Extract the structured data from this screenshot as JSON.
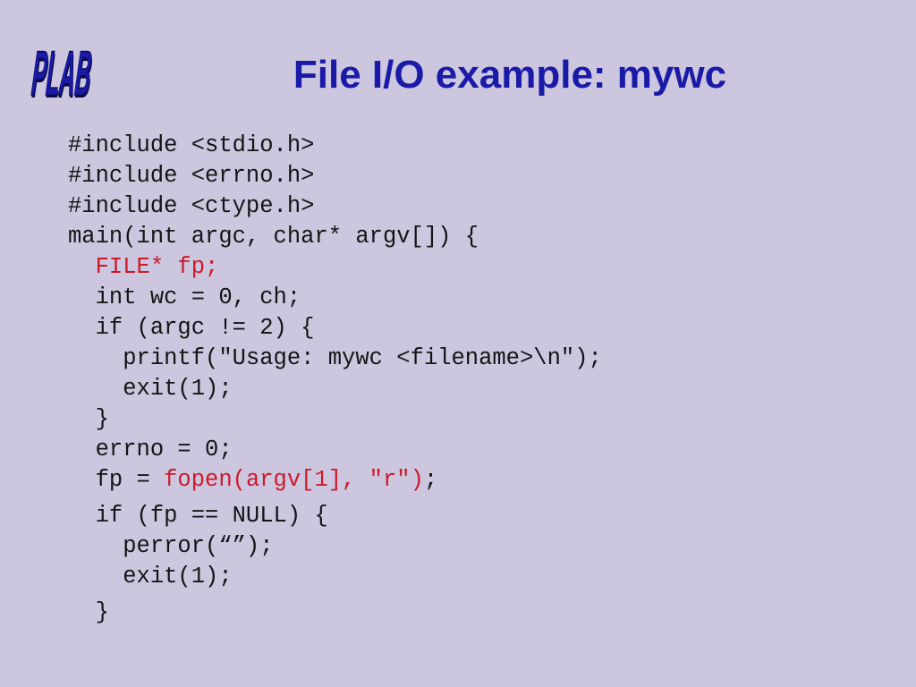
{
  "logo": {
    "text": "PLAB"
  },
  "title": "File I/O example: mywc",
  "code_lines": [
    {
      "segments": [
        {
          "text": "#include <stdio.h>"
        }
      ]
    },
    {
      "segments": [
        {
          "text": "#include <errno.h>"
        }
      ]
    },
    {
      "segments": [
        {
          "text": "#include <ctype.h>"
        }
      ]
    },
    {
      "segments": [
        {
          "text": "main(int argc, char* argv[]) {"
        }
      ]
    },
    {
      "segments": [
        {
          "text": "  "
        },
        {
          "text": "FILE* fp;",
          "color": "red"
        }
      ]
    },
    {
      "segments": [
        {
          "text": "  int wc = 0, ch;"
        }
      ]
    },
    {
      "segments": [
        {
          "text": "  if (argc != 2) {"
        }
      ]
    },
    {
      "segments": [
        {
          "text": "    printf(\"Usage: mywc <filename>\\n\");"
        }
      ]
    },
    {
      "segments": [
        {
          "text": "    exit(1);"
        }
      ]
    },
    {
      "segments": [
        {
          "text": "  }"
        }
      ]
    },
    {
      "segments": [
        {
          "text": "  errno = 0;"
        }
      ]
    },
    {
      "segments": [
        {
          "text": "  fp = "
        },
        {
          "text": "fopen(argv[1], \"r\")",
          "color": "red"
        },
        {
          "text": ";"
        }
      ]
    },
    {
      "segments": [
        {
          "text": "  if (fp == NULL) {"
        }
      ],
      "gap": true
    },
    {
      "segments": [
        {
          "text": "    perror(“”);"
        }
      ]
    },
    {
      "segments": [
        {
          "text": "    exit(1);"
        }
      ]
    },
    {
      "segments": [
        {
          "text": "  }"
        }
      ],
      "gap": true
    }
  ],
  "colors": {
    "background": "#cdc6df",
    "title": "#1a1aa8",
    "logo": "#1a1aa8",
    "code": "#141414",
    "highlight": "#cc1a2a"
  }
}
